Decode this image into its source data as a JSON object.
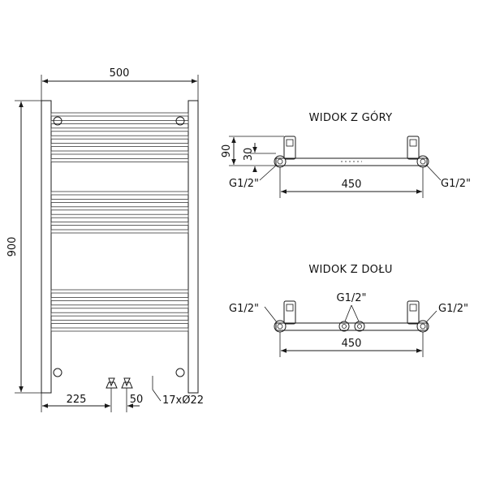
{
  "front_view": {
    "width_label": "500",
    "height_label": "900",
    "left_offset_label": "225",
    "pipe_spacing_label": "50",
    "tubes_label": "17xØ22",
    "tube_groups": [
      7,
      6,
      6
    ]
  },
  "top_view": {
    "title": "WIDOK Z GÓRY",
    "depth_label": "90",
    "offset_label": "30",
    "left_connection": "G1/2\"",
    "right_connection": "G1/2\"",
    "spacing_label": "450"
  },
  "bottom_view": {
    "title": "WIDOK Z DOŁU",
    "left_connection": "G1/2\"",
    "center_connection": "G1/2\"",
    "right_connection": "G1/2\"",
    "spacing_label": "450"
  },
  "colors": {
    "line": "#1a1a1a",
    "background": "#ffffff"
  }
}
